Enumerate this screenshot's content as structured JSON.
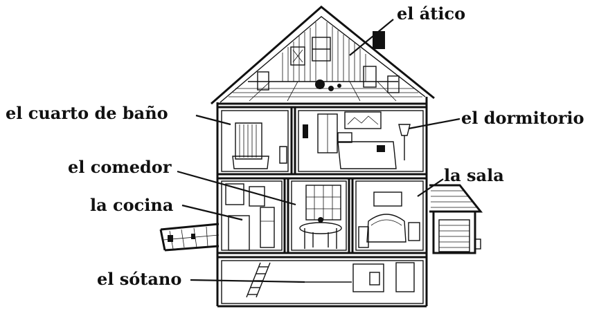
{
  "labels": {
    "attic": "el ático",
    "bathroom": "el cuarto de baño",
    "bedroom": "el dormitorio",
    "dining_room": "el comedor",
    "living_room": "la sala",
    "kitchen": "la cocina",
    "basement": "el sótano"
  },
  "colors": {
    "ink": "#111111",
    "paper": "#ffffff"
  }
}
